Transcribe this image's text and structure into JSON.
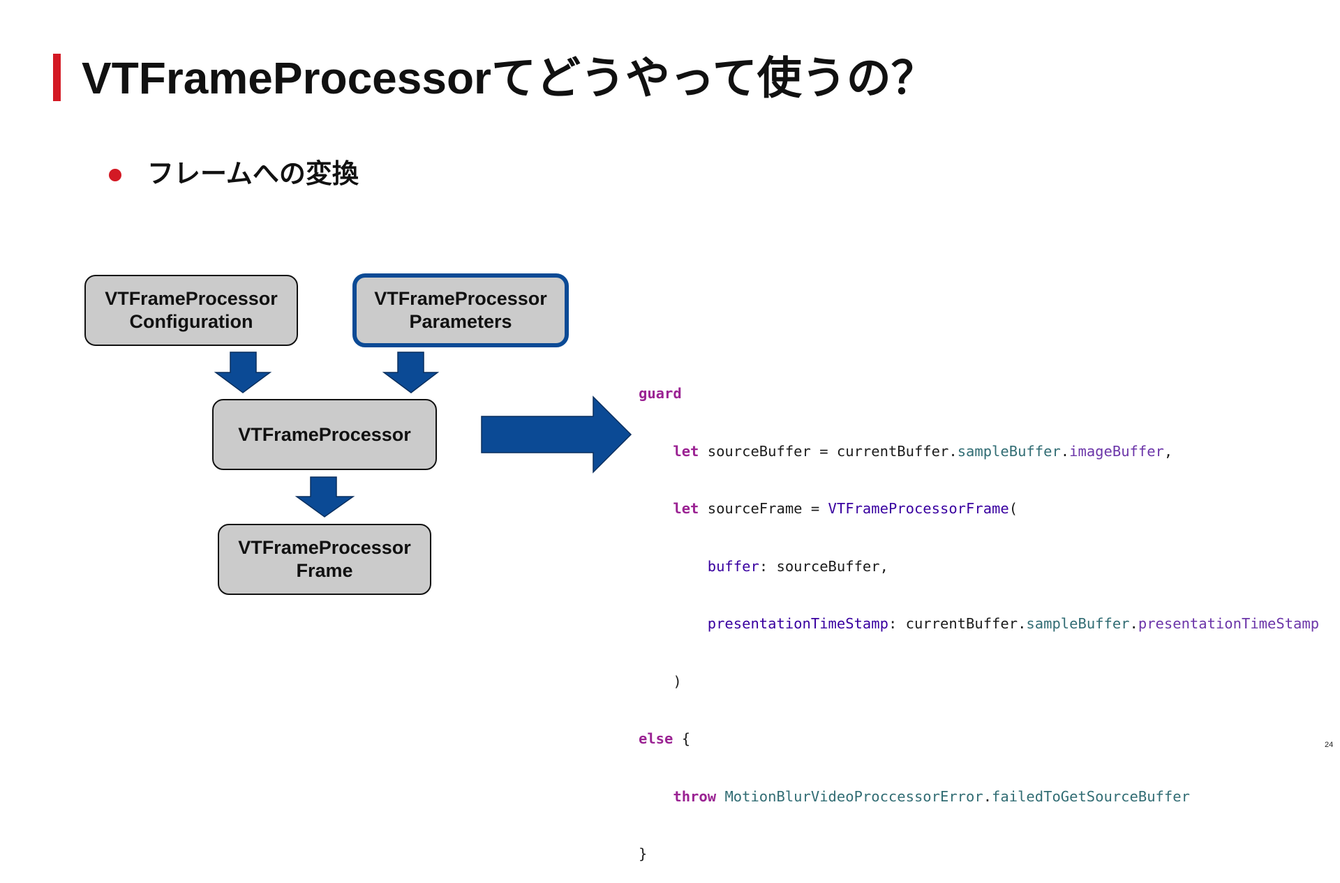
{
  "slide": {
    "title": "VTFrameProcessorてどうやって使うの？",
    "bullet": "フレームへの変換",
    "page_number": "24",
    "accent_color": "#d31924",
    "arrow_color": "#0b4a95"
  },
  "diagram": {
    "config_box": {
      "line1": "VTFrameProcessor",
      "line2": "Configuration"
    },
    "params_box": {
      "line1": "VTFrameProcessor",
      "line2": "Parameters"
    },
    "processor_box": {
      "line1": "VTFrameProcessor"
    },
    "frame_box": {
      "line1": "VTFrameProcessor",
      "line2": "Frame"
    }
  },
  "code": {
    "kw_guard": "guard",
    "kw_let": "let",
    "kw_else": "else",
    "kw_throw": "throw",
    "source_buffer": "sourceBuffer",
    "source_frame": "sourceFrame",
    "eq": " = ",
    "current_buffer": "currentBuffer",
    "dot": ".",
    "sample_buffer": "sampleBuffer",
    "image_buffer": "imageBuffer",
    "comma": ",",
    "frame_type": "VTFrameProcessorFrame",
    "open_paren": "(",
    "close_paren": ")",
    "buffer_label": "buffer",
    "colon": ": ",
    "pts_label": "presentationTimeStamp",
    "pts_prop": "presentationTimeStamp",
    "error_type": "MotionBlurVideoProccessorError",
    "error_case": "failedToGetSourceBuffer",
    "open_brace": "{",
    "close_brace": "}"
  }
}
